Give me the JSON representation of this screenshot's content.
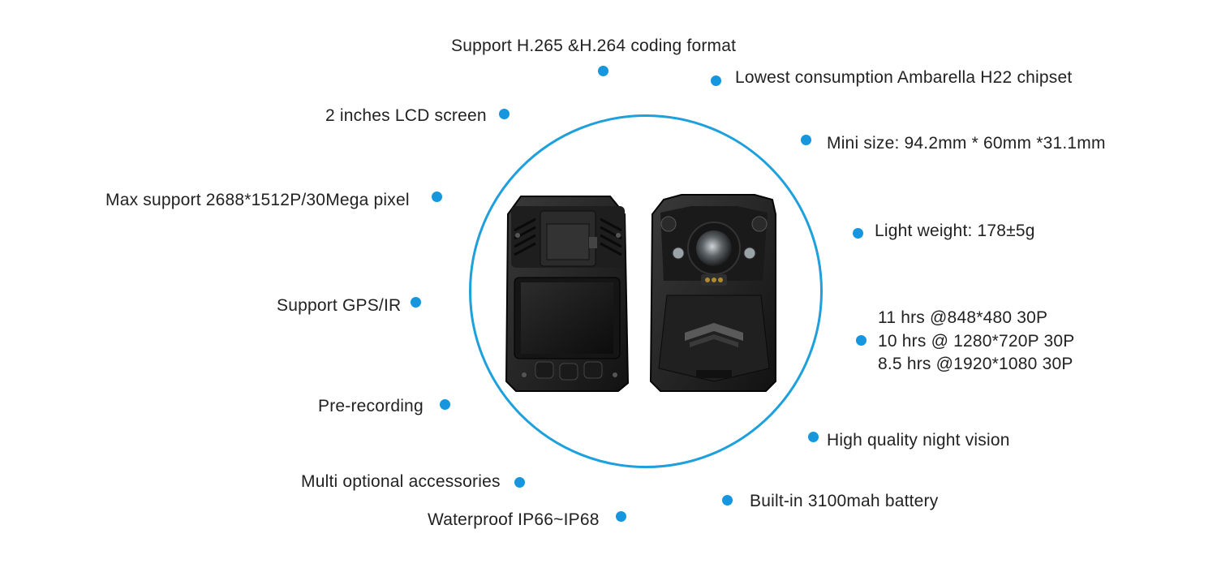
{
  "features": {
    "coding_format": "Support  H.265 &H.264 coding format",
    "chipset": "Lowest consumption Ambarella H22 chipset",
    "lcd_screen": "2 inches LCD screen",
    "mini_size": "Mini size:  94.2mm * 60mm *31.1mm",
    "max_support": "Max support 2688*1512P/30Mega pixel",
    "light_weight": "Light weight: 178±5g",
    "gps_ir": "Support GPS/IR",
    "battery_hours": [
      "11 hrs @848*480 30P",
      "10 hrs @ 1280*720P 30P",
      "8.5 hrs @1920*1080 30P"
    ],
    "pre_recording": "Pre-recording",
    "night_vision": "High quality night vision",
    "accessories": "Multi optional accessories",
    "battery": "Built-in 3100mah battery",
    "waterproof": "Waterproof IP66~IP68"
  },
  "colors": {
    "accent_dot": "#1596de",
    "ring": "#1ea0dc",
    "text": "#222222"
  }
}
